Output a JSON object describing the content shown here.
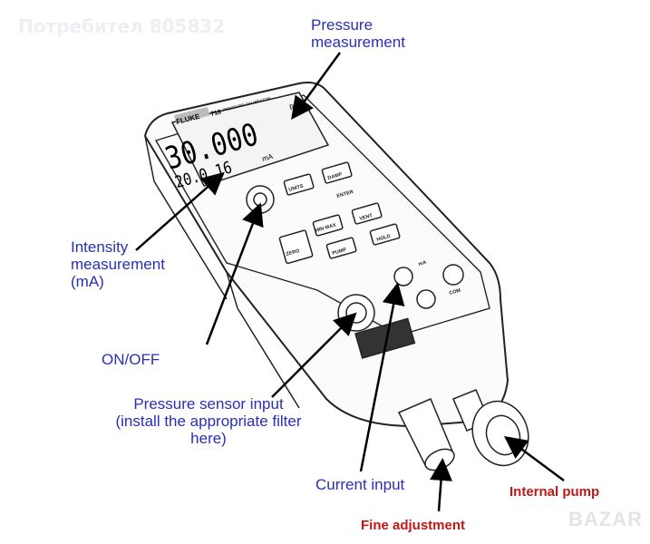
{
  "watermark": "Потребител 805832",
  "logo": "BAZAR",
  "device": {
    "brand": "FLUKE",
    "model": "718",
    "subtitle": "PRESSURE CALIBRATOR",
    "display_main": "30.000",
    "display_unit": "psi",
    "display_secondary": "20.0 16",
    "display_secondary_unit": "mA",
    "buttons": [
      "UNITS",
      "DAMP",
      "ENTER",
      "MIN MAX",
      "VENT",
      "ZERO",
      "HOLD",
      "PUMP"
    ],
    "jacks": [
      "mA",
      "COM"
    ]
  },
  "labels": {
    "pressure_measurement": [
      "Pressure",
      "measurement"
    ],
    "intensity_measurement": [
      "Intensity",
      "measurement",
      "(mA)"
    ],
    "on_off": "ON/OFF",
    "pressure_sensor_input": [
      "Pressure sensor input",
      "(install the appropriate filter",
      "here)"
    ],
    "current_input": "Current input",
    "internal_pump": "Internal pump",
    "fine_adjustment": "Fine adjustment"
  }
}
